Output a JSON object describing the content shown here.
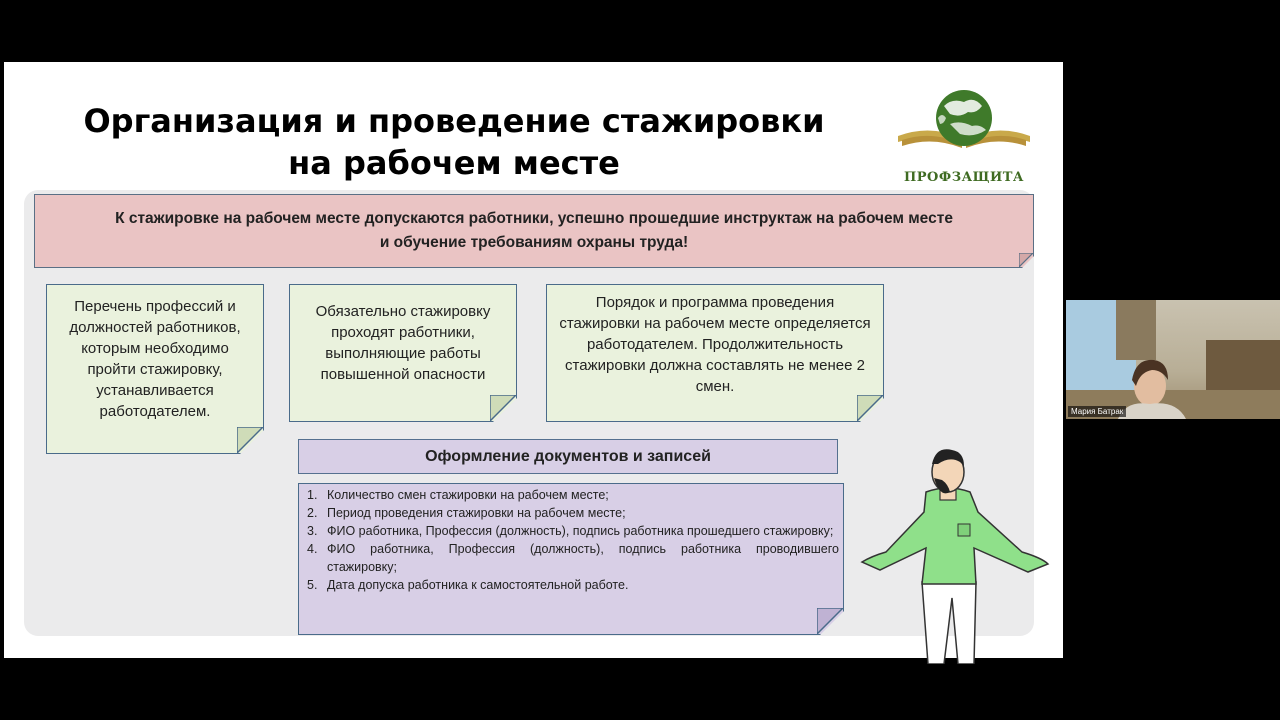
{
  "slide": {
    "title_line1": "Организация и проведение стажировки",
    "title_line2": "на рабочем месте",
    "logo_text": "ПРОФЗАЩИТА",
    "alert_line1": "К стажировке на рабочем месте допускаются работники, успешно прошедшие инструктаж на рабочем месте",
    "alert_line2": "и обучение требованиям охраны труда!",
    "notes": [
      "Перечень профессий и должностей работников, которым необходимо пройти стажировку, устанавливается работодателем.",
      "Обязательно стажировку проходят работники, выполняющие работы повышенной опасности",
      "Порядок и программа проведения стажировки на рабочем месте определяется работодателем. Продолжительность стажировки должна составлять не менее 2 смен."
    ],
    "docs_header": "Оформление документов и записей",
    "docs_items": [
      "Количество смен стажировки на рабочем месте;",
      "Период проведения стажировки на рабочем месте;",
      "ФИО работника, Профессия (должность), подпись работника прошедшего стажировку;",
      "ФИО работника, Профессия (должность), подпись работника проводившего стажировку;",
      "Дата допуска работника к самостоятельной работе."
    ]
  },
  "webcam": {
    "participant_name": "Мария Батрак"
  },
  "colors": {
    "alert_bg": "#eac4c4",
    "note_bg": "#eaf2dd",
    "docs_bg": "#d8cfe6",
    "panel_bg": "#ebebec",
    "logo_green": "#3f6b22"
  }
}
